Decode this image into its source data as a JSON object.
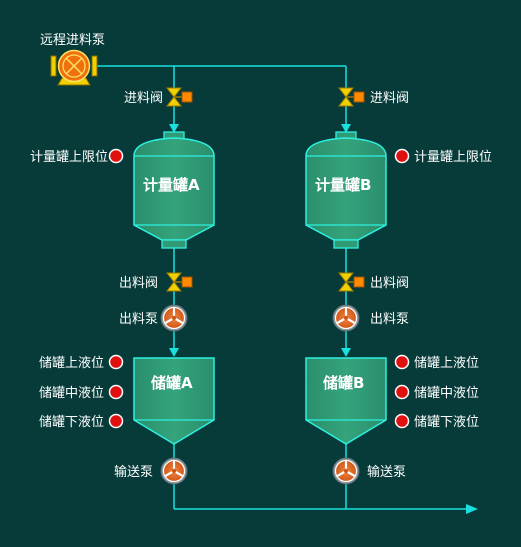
{
  "remote_pump": {
    "label": "远程进料泵"
  },
  "line_a": {
    "inlet_valve": "进料阀",
    "metering_tank": "计量罐A",
    "upper_limit": "计量罐上限位",
    "outlet_valve": "出料阀",
    "outlet_pump": "出料泵",
    "storage_tank": "储罐A",
    "level_high": "储罐上液位",
    "level_mid": "储罐中液位",
    "level_low": "储罐下液位",
    "transfer_pump": "输送泵"
  },
  "line_b": {
    "inlet_valve": "进料阀",
    "metering_tank": "计量罐B",
    "upper_limit": "计量罐上限位",
    "outlet_valve": "出料阀",
    "outlet_pump": "出料泵",
    "storage_tank": "储罐B",
    "level_high": "储罐上液位",
    "level_mid": "储罐中液位",
    "level_low": "储罐下液位",
    "transfer_pump": "输送泵"
  },
  "colors": {
    "background": "#063b3a",
    "pipe": "#19e0e0",
    "tank_fill": "#2f9a74",
    "tank_edge": "#2ef0e0",
    "valve": "#f0d000",
    "indicator": "#e01010",
    "pump_body": "#e06820",
    "pump_ring": "#8a9aa0"
  }
}
